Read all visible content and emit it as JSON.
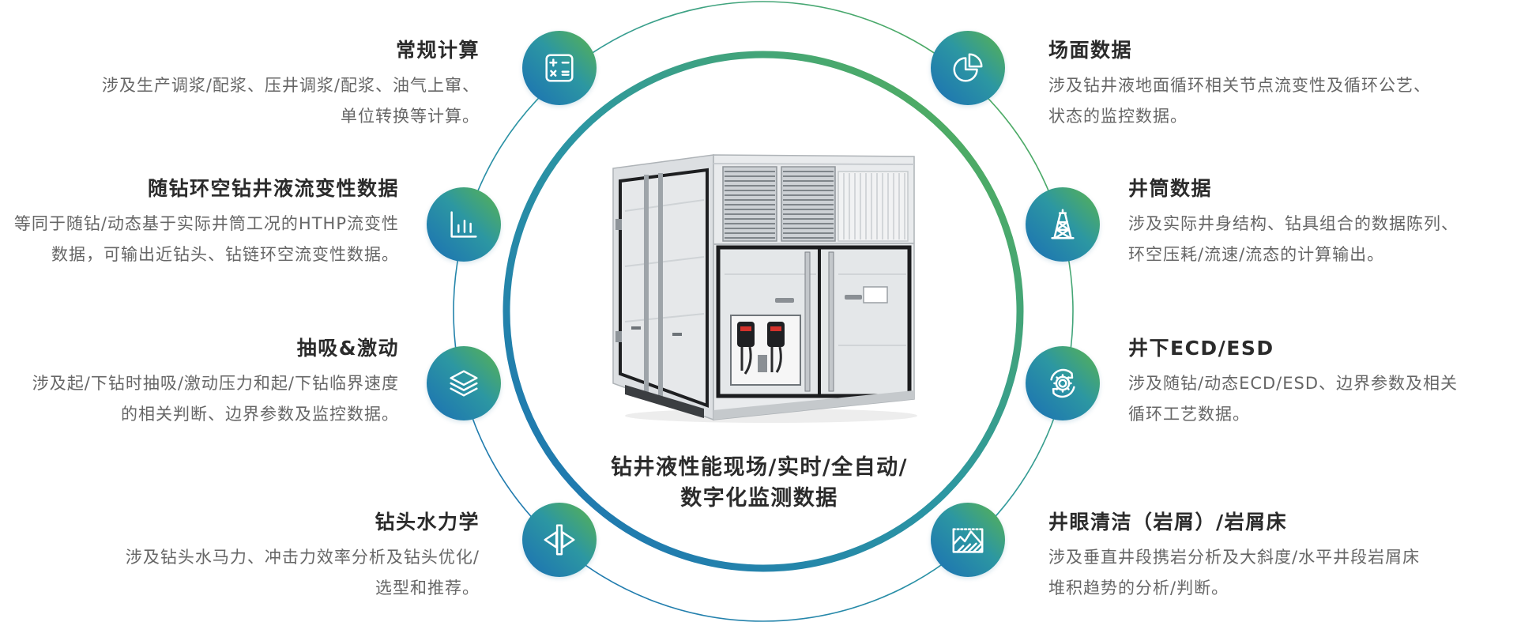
{
  "center": {
    "title_line1": "钻井液性能现场/实时/全自动/",
    "title_line2": "数字化监测数据"
  },
  "features": {
    "left": [
      {
        "title": "常规计算",
        "icon": "calculator-icon",
        "desc": [
          "涉及生产调浆/配浆、压井调浆/配浆、油气上窜、",
          "单位转换等计算。"
        ]
      },
      {
        "title": "随钻环空钻井液流变性数据",
        "icon": "bar-chart-icon",
        "desc": [
          "等同于随钻/动态基于实际井筒工况的HTHP流变性",
          "数据，可输出近钻头、钻链环空流变性数据。"
        ]
      },
      {
        "title": "抽吸&激动",
        "icon": "layers-icon",
        "desc": [
          "涉及起/下钻时抽吸/激动压力和起/下钻临界速度",
          "的相关判断、边界参数及监控数据。"
        ]
      },
      {
        "title": "钻头水力学",
        "icon": "drill-bit-icon",
        "desc": [
          "涉及钻头水马力、冲击力效率分析及钻头优化/",
          "选型和推荐。"
        ]
      }
    ],
    "right": [
      {
        "title": "场面数据",
        "icon": "pie-chart-icon",
        "desc": [
          "涉及钻井液地面循环相关节点流变性及循环公艺、",
          "状态的监控数据。"
        ]
      },
      {
        "title": "井筒数据",
        "icon": "derrick-icon",
        "desc": [
          "涉及实际井身结构、钻具组合的数据陈列、",
          "环空压耗/流速/流态的计算输出。"
        ]
      },
      {
        "title": "井下ECD/ESD",
        "icon": "gear-cycle-icon",
        "desc": [
          "涉及随钻/动态ECD/ESD、边界参数及相关",
          "循环工艺数据。"
        ]
      },
      {
        "title": "井眼清洁（岩屑）/岩屑床",
        "icon": "strata-icon",
        "desc": [
          "涉及垂直井段携岩分析及大斜度/水平井段岩屑床",
          "堆积趋势的分析/判断。"
        ]
      }
    ]
  },
  "colors": {
    "gradient_start": "#1b6fb4",
    "gradient_mid": "#2c97a2",
    "gradient_end": "#5bb34d",
    "title": "#2b2b2b",
    "text": "#666666"
  }
}
